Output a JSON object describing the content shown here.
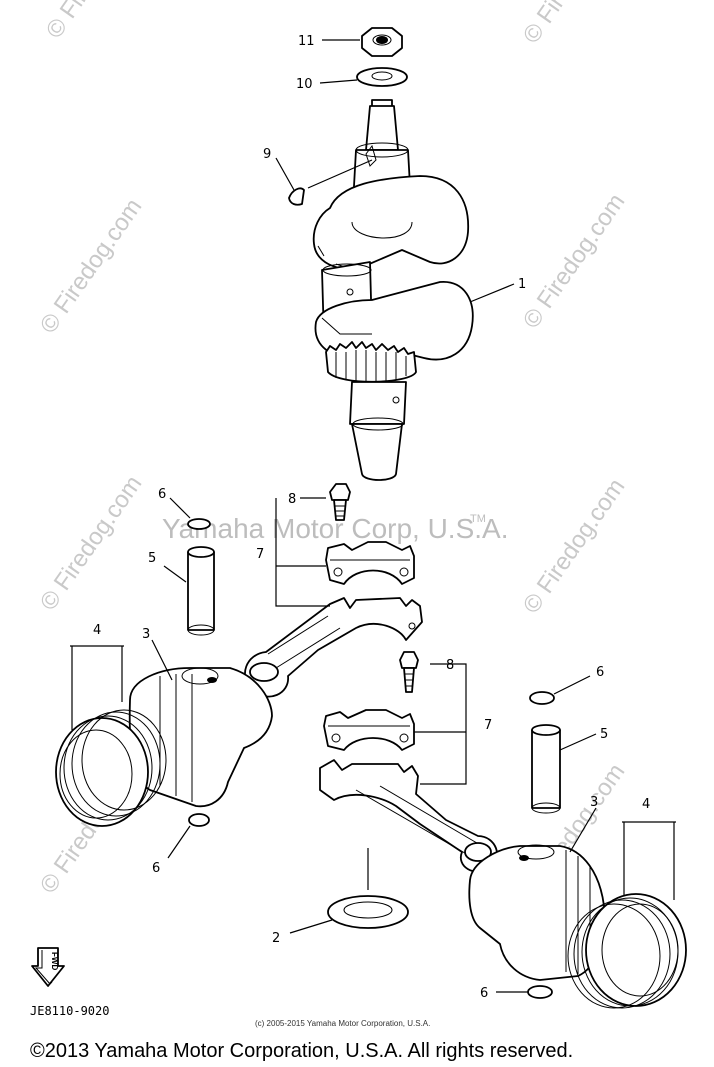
{
  "diagram": {
    "watermark": "© Firedog.com",
    "trademark_text": "Yamaha Motor Corp, U.S.A.",
    "trademark_mark": "TM",
    "drawing_code": "JE8110-9020",
    "fwd_label": "FWD",
    "small_copyright": "(c) 2005-2015 Yamaha Motor Corporation, U.S.A.",
    "footer_copyright": "©2013 Yamaha Motor Corporation, U.S.A. All rights reserved.",
    "callouts": {
      "crankshaft": "1",
      "thrust_washer": "2",
      "piston_left": "3",
      "piston_right": "3",
      "ring_set_left": "4",
      "ring_set_right": "4",
      "piston_pin_left": "5",
      "piston_pin_right": "5",
      "clip_upper_left": "6",
      "clip_lower_left": "6",
      "clip_upper_right": "6",
      "clip_lower_right": "6",
      "rod_assembly_left": "7",
      "rod_assembly_right": "7",
      "rod_bolt_left": "8",
      "rod_bolt_right": "8",
      "woodruff_key": "9",
      "washer": "10",
      "nut": "11"
    }
  }
}
